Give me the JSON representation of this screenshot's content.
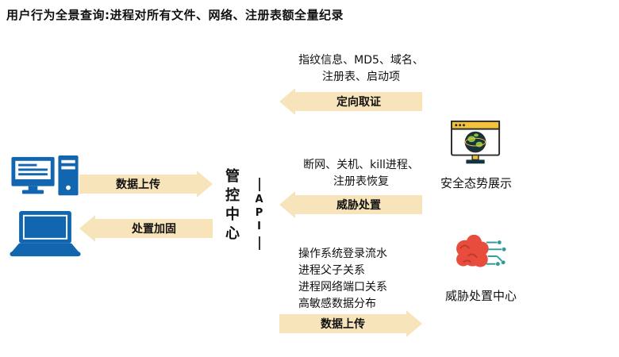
{
  "title": "用户行为全景查询:进程对所有文件、网络、注册表额全量纪录",
  "center": {
    "hub_label": "管控中心",
    "api_label": "API"
  },
  "left": {
    "upload_label": "数据上传",
    "reinforce_label": "处置加固"
  },
  "right": {
    "forensics": {
      "desc_line1": "指纹信息、MD5、域名、",
      "desc_line2": "注册表、启动项",
      "arrow_label": "定向取证"
    },
    "threat": {
      "desc_line1": "断网、关机、kill进程、",
      "desc_line2": "注册表恢复",
      "arrow_label": "威胁处置"
    },
    "upload": {
      "desc_lines": [
        "操作系统登录流水",
        "进程父子关系",
        "进程网络端口关系",
        "高敏感数据分布"
      ],
      "arrow_label": "数据上传"
    },
    "monitor_caption": "安全态势展示",
    "brain_caption": "威胁处置中心"
  },
  "colors": {
    "arrow_fill": "#f8e4ba",
    "device_blue": "#1266b0",
    "accent_yellow": "#f3c33c",
    "globe_dark": "#16323f",
    "brain_red": "#e84c3d",
    "circuit_teal": "#2e9b9b"
  }
}
